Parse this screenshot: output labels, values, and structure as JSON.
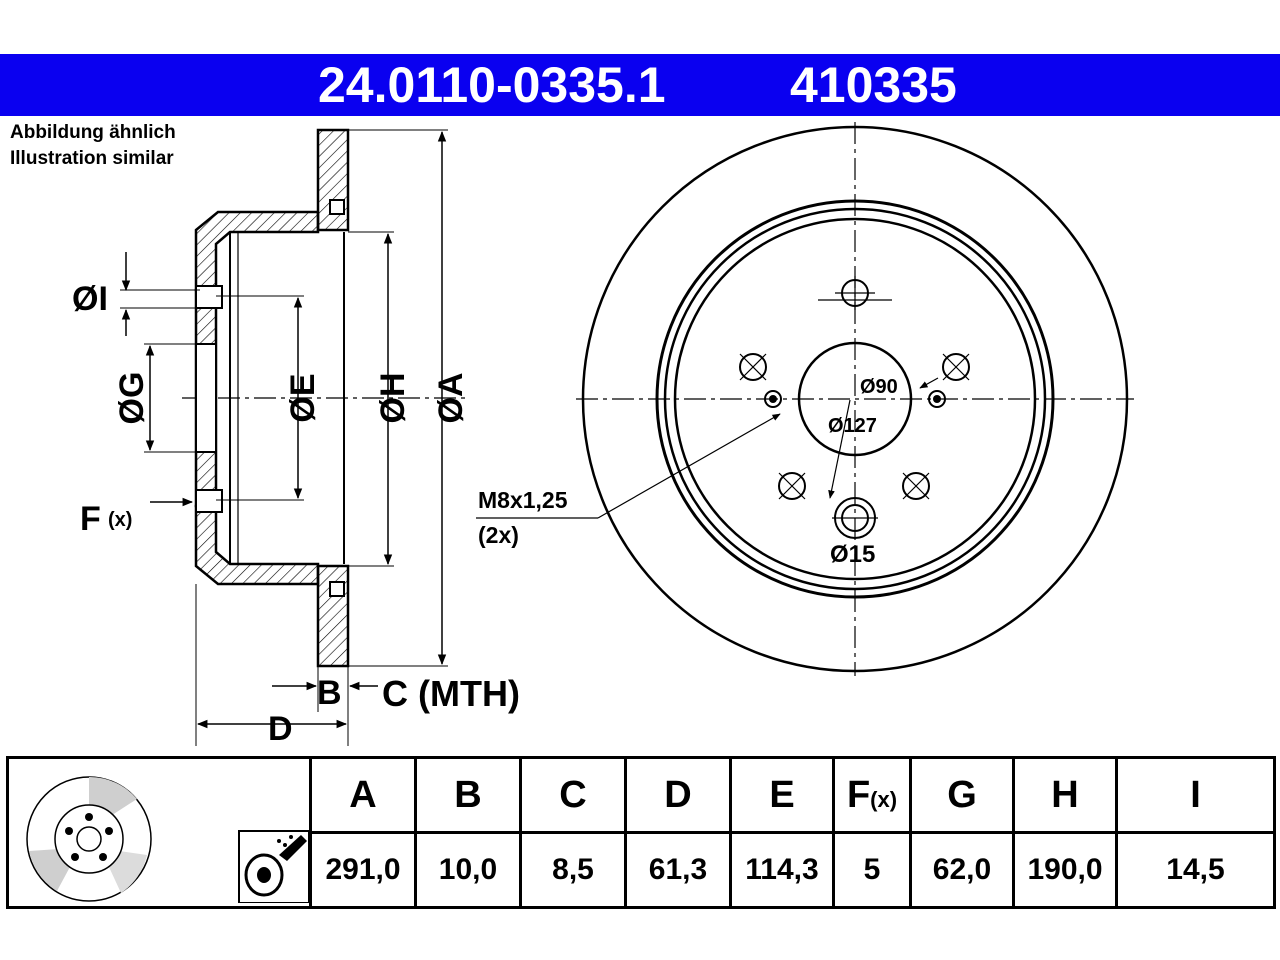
{
  "header": {
    "part_number": "24.0110-0335.1",
    "code": "410335",
    "background_color": "#0a00f0"
  },
  "note": {
    "line1": "Abbildung ähnlich",
    "line2": "Illustration similar"
  },
  "side_view_labels": {
    "dia_i": "ØI",
    "dia_g": "ØG",
    "dia_e": "ØE",
    "dia_h": "ØH",
    "dia_a": "ØA",
    "f": "F",
    "f_suffix": "(x)",
    "b": "B",
    "c_mth": "C (MTH)",
    "d": "D"
  },
  "front_view_labels": {
    "d90": "Ø90",
    "d127": "Ø127",
    "d15": "Ø15",
    "thread": "M8x1,25",
    "thread_count": "(2x)"
  },
  "table": {
    "columns": [
      {
        "label": "A",
        "value": "291,0"
      },
      {
        "label": "B",
        "value": "10,0"
      },
      {
        "label": "C",
        "value": "8,5"
      },
      {
        "label": "D",
        "value": "61,3"
      },
      {
        "label": "E",
        "value": "114,3"
      },
      {
        "label": "F",
        "label_suffix": "(x)",
        "value": "5"
      },
      {
        "label": "G",
        "value": "62,0"
      },
      {
        "label": "H",
        "value": "190,0"
      },
      {
        "label": "I",
        "value": "14,5"
      }
    ]
  },
  "icons": [
    "brake-disc-icon",
    "spray-disc-icon"
  ]
}
